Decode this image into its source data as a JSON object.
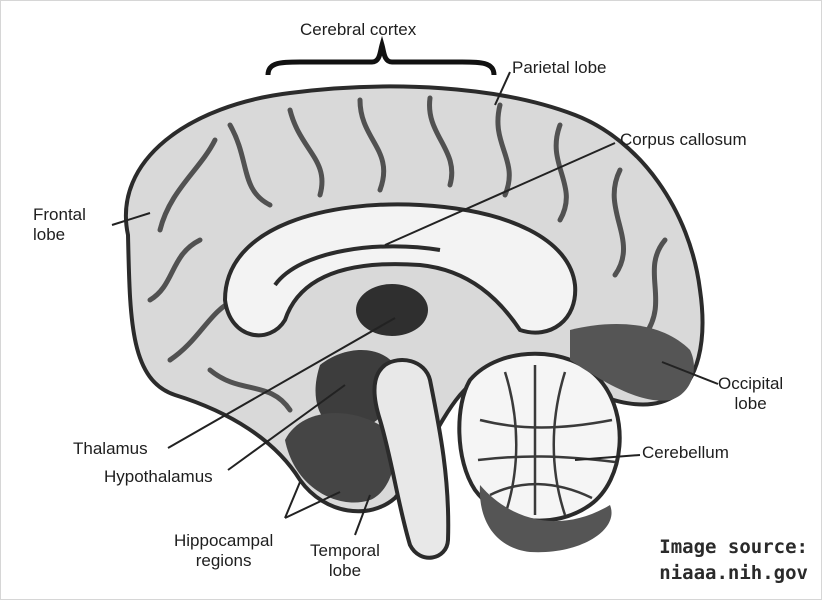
{
  "labels": {
    "cerebral_cortex": "Cerebral cortex",
    "parietal_lobe": "Parietal lobe",
    "corpus_callosum": "Corpus callosum",
    "frontal_lobe": "Frontal\nlobe",
    "occipital_lobe": "Occipital\nlobe",
    "cerebellum": "Cerebellum",
    "thalamus": "Thalamus",
    "hypothalamus": "Hypothalamus",
    "hippocampal_regions": "Hippocampal\nregions",
    "temporal_lobe": "Temporal\nlobe"
  },
  "source": {
    "line1": "Image source:",
    "line2": "niaaa.nih.gov"
  },
  "colors": {
    "outline": "#2b2b2b",
    "dark_fill": "#3a3a3a",
    "mid_fill": "#7a7a7a",
    "light_fill": "#e6e6e6"
  }
}
